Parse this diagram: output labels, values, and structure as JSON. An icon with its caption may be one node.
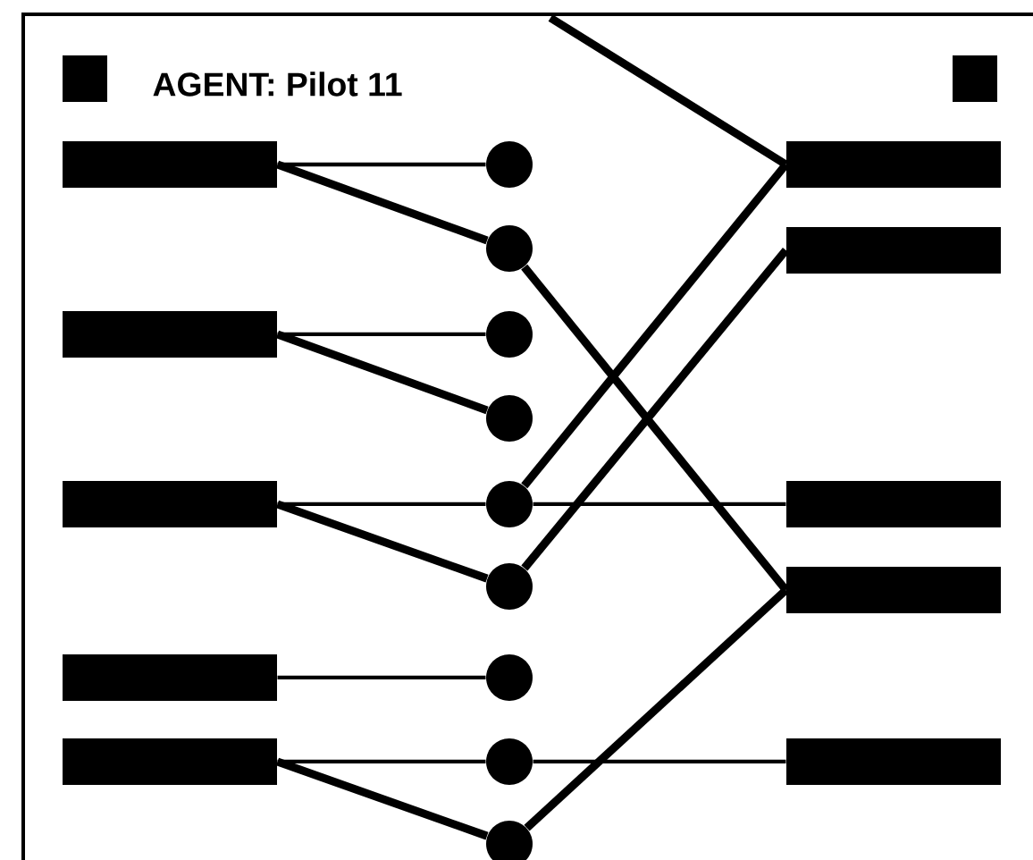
{
  "diagram": {
    "nodes": [
      {
        "text": [],
        "shape": "bar"
      },
      {
        "text": [],
        "shape": "bar"
      },
      {
        "text": [],
        "shape": "bar"
      },
      {
        "text": [],
        "shape": "bar"
      },
      {
        "text": [],
        "shape": "bar"
      },
      {
        "text": [],
        "shape": "circle"
      },
      {
        "text": [],
        "shape": "circle"
      },
      {
        "text": [],
        "shape": "circle"
      },
      {
        "text": [],
        "shape": "circle"
      },
      {
        "text": [],
        "shape": "circle"
      },
      {
        "text": [],
        "shape": "circle"
      },
      {
        "text": [],
        "shape": "circle"
      },
      {
        "text": [],
        "shape": "circle"
      },
      {
        "text": [],
        "shape": "circle"
      },
      {
        "text": [],
        "shape": "bar"
      },
      {
        "text": [],
        "shape": "bar"
      },
      {
        "text": [],
        "shape": "bar"
      },
      {
        "text": [],
        "shape": "bar"
      },
      {
        "text": [],
        "shape": "bar"
      }
    ],
    "edges": [
      {
        "from": null,
        "to": 14,
        "arrow": "none"
      },
      {
        "from": 0,
        "to": 5,
        "arrow": "none"
      },
      {
        "from": 0,
        "to": 6,
        "arrow": "none"
      },
      {
        "from": 1,
        "to": 7,
        "arrow": "none"
      },
      {
        "from": 1,
        "to": 8,
        "arrow": "none"
      },
      {
        "from": 2,
        "to": 9,
        "arrow": "none"
      },
      {
        "from": 2,
        "to": 10,
        "arrow": "none"
      },
      {
        "from": 3,
        "to": 11,
        "arrow": "none"
      },
      {
        "from": 4,
        "to": 12,
        "arrow": "none"
      },
      {
        "from": 4,
        "to": 13,
        "arrow": "none"
      },
      {
        "from": 6,
        "to": 17,
        "arrow": "none"
      },
      {
        "from": 9,
        "to": 14,
        "arrow": "none"
      },
      {
        "from": 9,
        "to": 16,
        "arrow": "none"
      },
      {
        "from": 10,
        "to": 15,
        "arrow": "none"
      },
      {
        "from": 12,
        "to": 18,
        "arrow": "none"
      },
      {
        "from": 13,
        "to": 17,
        "arrow": "none"
      }
    ],
    "labels": [
      "AGENT: Pilot 11"
    ]
  }
}
